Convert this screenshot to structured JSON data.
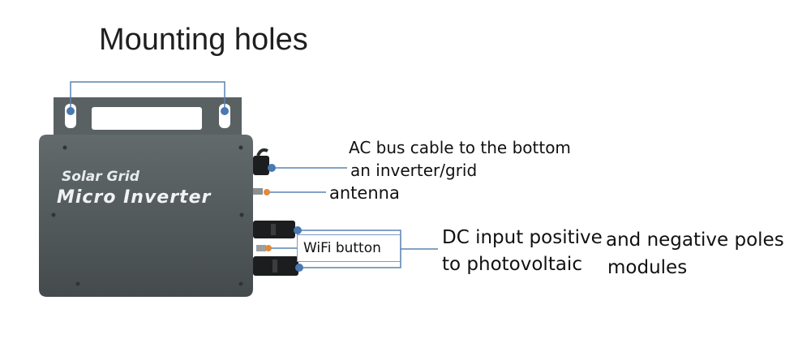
{
  "title": "Mounting holes",
  "device": {
    "brand_line1": "Solar Grid",
    "brand_line2": "Micro Inverter"
  },
  "labels": {
    "ac_line1": "AC bus cable to the bottom",
    "ac_line2": "an inverter/grid",
    "antenna": "antenna",
    "wifi_button": "WiFi button",
    "dc_line1": "DC input positive",
    "dc_line2": "to photovoltaic",
    "poles_line1": "and negative poles",
    "poles_line2": "modules"
  },
  "colors": {
    "body": "#4f5658",
    "body_light": "#6b7274",
    "leader": "#5b84b1",
    "marker": "#4a78b0",
    "text": "#111111"
  }
}
